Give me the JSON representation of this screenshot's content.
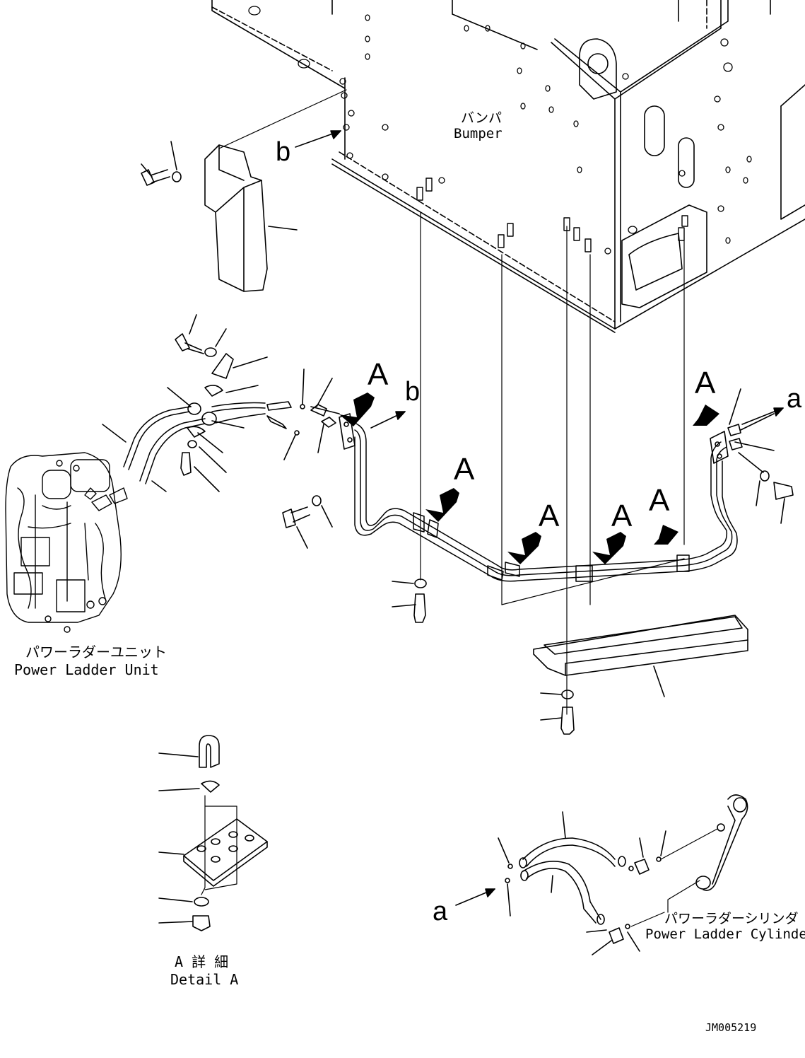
{
  "labels": {
    "bumper_jp": "バンパ",
    "bumper_en": "Bumper",
    "unit_jp": "パワーラダーユニット",
    "unit_en": "Power Ladder Unit",
    "cylinder_jp": "パワーラダーシリンダ",
    "cylinder_en": "Power Ladder Cylinder",
    "detail_jp": "A 詳 細",
    "detail_en": "Detail A",
    "drawing_no": "JM005219"
  },
  "callouts": {
    "a": "a",
    "b": "b",
    "A": "A"
  }
}
